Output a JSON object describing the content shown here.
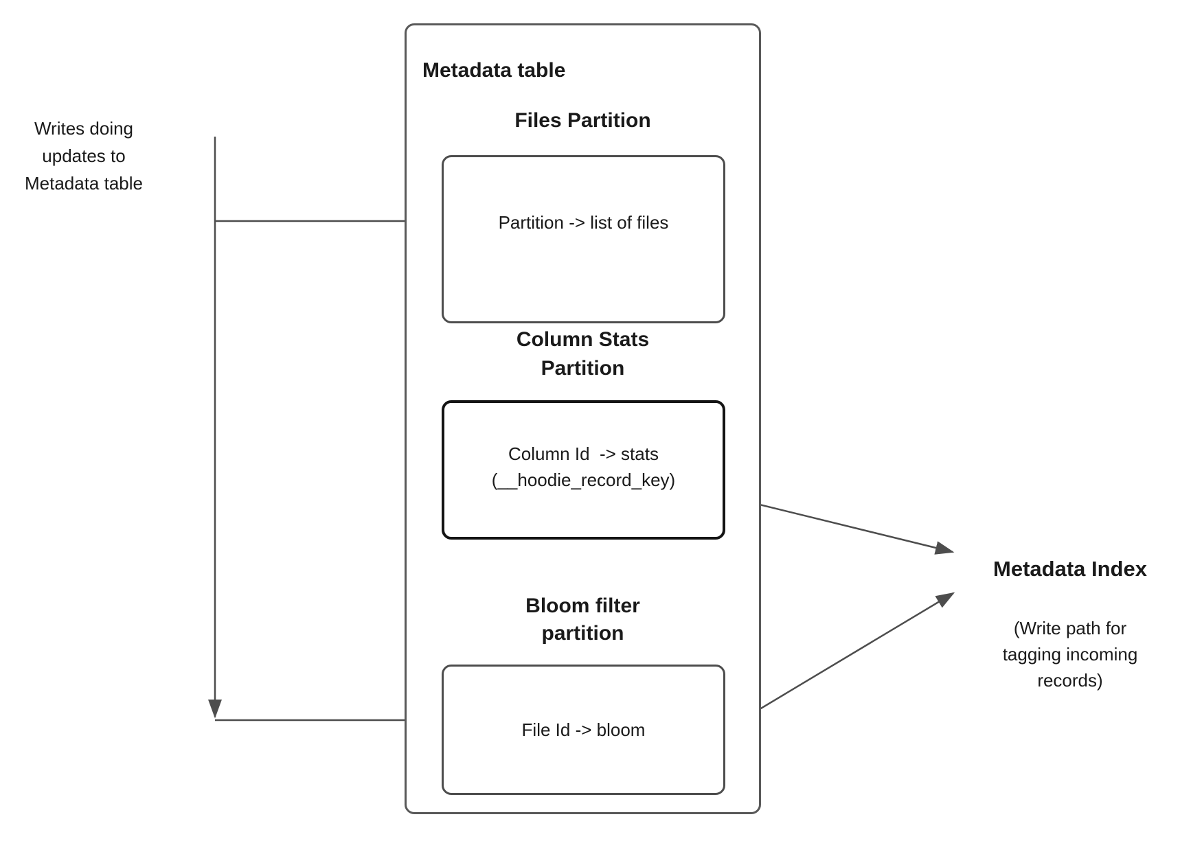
{
  "left_note": {
    "text": "Writes doing\nupdates to\nMetadata table"
  },
  "metadata_table": {
    "title": "Metadata table",
    "partitions": [
      {
        "heading": "Files Partition",
        "content": "Partition -> list of files"
      },
      {
        "heading": "Column Stats\nPartition",
        "content": "Column Id  -> stats\n(__hoodie_record_key)"
      },
      {
        "heading": "Bloom filter\npartition",
        "content": "File Id -> bloom"
      }
    ]
  },
  "metadata_index": {
    "title": "Metadata Index",
    "note": "(Write path for\ntagging incoming\nrecords)"
  },
  "colors": {
    "line": "#4d4d4d",
    "box_border": "#4d4d4d",
    "emphasis_border": "#141414",
    "outer_border": "#595959",
    "text": "#1a1a1a",
    "background": "#ffffff"
  }
}
